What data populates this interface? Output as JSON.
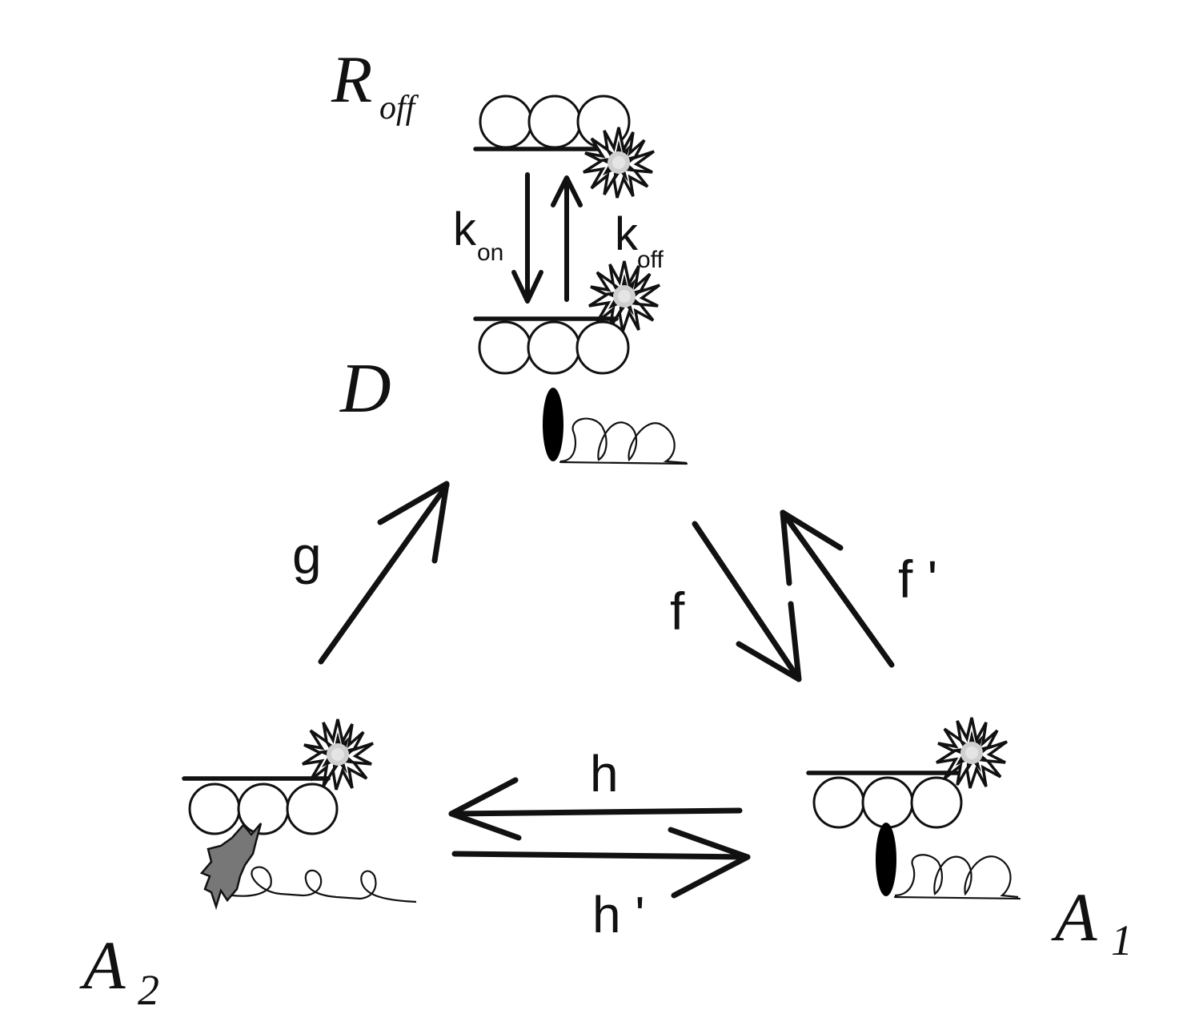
{
  "states": {
    "r_off": {
      "main": "R",
      "sub": "off"
    },
    "d": {
      "main": "D"
    },
    "a1": {
      "main": "A",
      "sub": "1"
    },
    "a2": {
      "main": "A",
      "sub": "2"
    }
  },
  "rates": {
    "k_on": {
      "main": "k",
      "sub": "on"
    },
    "k_off": {
      "main": "k",
      "sub": "off"
    },
    "g": "g",
    "f": "f",
    "f_prime": "f '",
    "h": "h",
    "h_prime": "h '"
  },
  "colors": {
    "ink": "#111111",
    "calcium_fill": "#cfcfcf",
    "myosin_bound": "#000000",
    "myosin_strong": "#777777"
  },
  "icons": {
    "calcium": "starburst-icon",
    "myosin_head_weak": "black-ellipse-icon",
    "myosin_head_strong": "gray-jagged-head-icon"
  }
}
